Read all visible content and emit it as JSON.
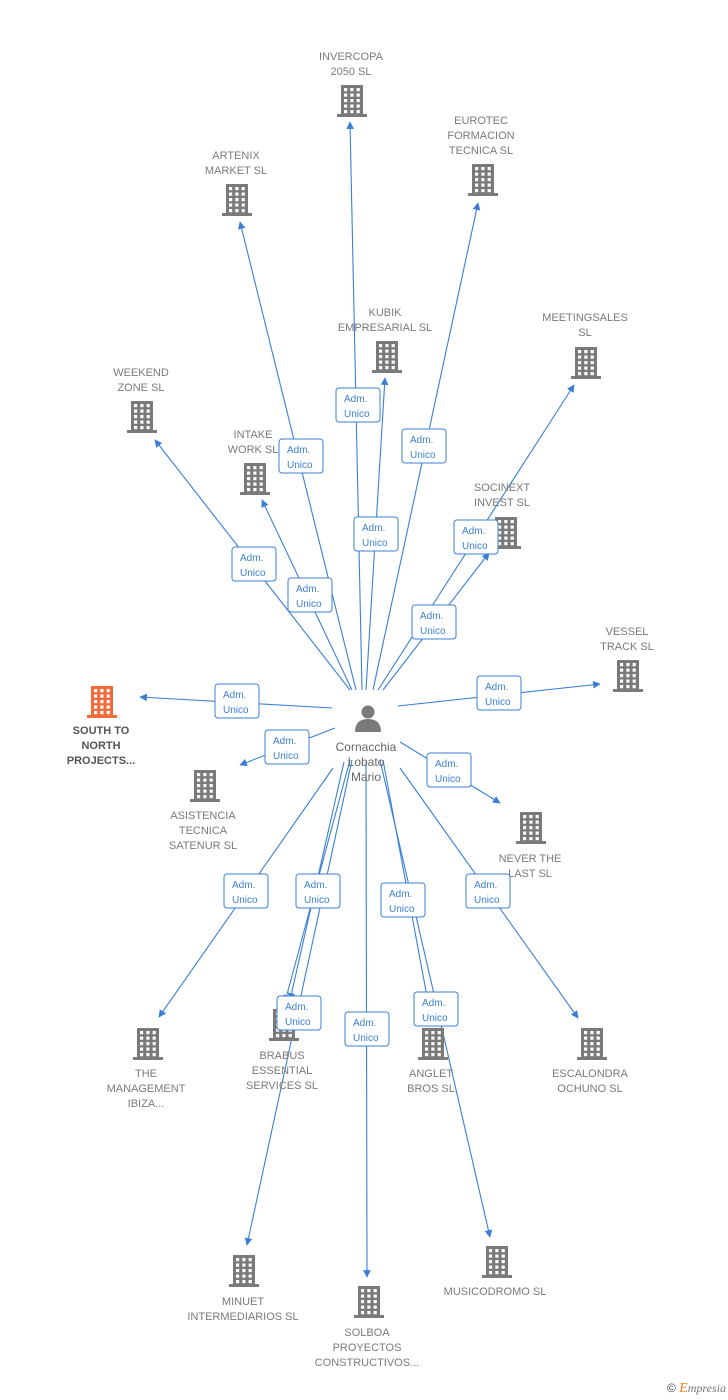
{
  "center": {
    "name_lines": [
      "Cornacchia",
      "Lobato",
      "Mario"
    ],
    "icon": "person-icon"
  },
  "relation_label_lines": [
    "Adm.",
    "Unico"
  ],
  "colors": {
    "edge": "#3b7fd4",
    "building": "#7a7a7a",
    "highlight_building": "#f26b3a",
    "person": "#7a7a7a"
  },
  "companies": [
    {
      "id": "invercopa",
      "lines": [
        "INVERCOPA",
        "2050  SL"
      ]
    },
    {
      "id": "eurotec",
      "lines": [
        "EUROTEC",
        "FORMACION",
        "TECNICA  SL"
      ]
    },
    {
      "id": "artenix",
      "lines": [
        "ARTENIX",
        "MARKET  SL"
      ]
    },
    {
      "id": "kubik",
      "lines": [
        "KUBIK",
        "EMPRESARIAL SL"
      ]
    },
    {
      "id": "meetingsales",
      "lines": [
        "MEETINGSALES",
        "SL"
      ]
    },
    {
      "id": "weekend",
      "lines": [
        "WEEKEND",
        "ZONE SL"
      ]
    },
    {
      "id": "intake",
      "lines": [
        "INTAKE",
        "WORK SL"
      ]
    },
    {
      "id": "socinext",
      "lines": [
        "SOCINEXT",
        "INVEST  SL"
      ]
    },
    {
      "id": "vessel",
      "lines": [
        "VESSEL",
        "TRACK SL"
      ]
    },
    {
      "id": "southtonorth",
      "lines": [
        "SOUTH TO",
        "NORTH",
        "PROJECTS..."
      ],
      "highlight": true
    },
    {
      "id": "asistencia",
      "lines": [
        "ASISTENCIA",
        "TECNICA",
        "SATENUR  SL"
      ]
    },
    {
      "id": "neverthelast",
      "lines": [
        "NEVER THE",
        "LAST  SL"
      ]
    },
    {
      "id": "themanagement",
      "lines": [
        "THE",
        "MANAGEMENT",
        "IBIZA..."
      ]
    },
    {
      "id": "brabus",
      "lines": [
        "BRABUS",
        "ESSENTIAL",
        "SERVICES  SL"
      ]
    },
    {
      "id": "anglet",
      "lines": [
        "ANGLET",
        "BROS SL"
      ]
    },
    {
      "id": "escalondra",
      "lines": [
        "ESCALONDRA",
        "OCHUNO  SL"
      ]
    },
    {
      "id": "minuet",
      "lines": [
        "MINUET",
        "INTERMEDIARIOS SL"
      ]
    },
    {
      "id": "musicodromo",
      "lines": [
        "MUSICODROMO SL"
      ]
    },
    {
      "id": "solboa",
      "lines": [
        "SOLBOA",
        "PROYECTOS",
        "CONSTRUCTIVOS..."
      ]
    }
  ],
  "footer": {
    "copyright": "©",
    "brand_initial": "E",
    "brand_rest": "mpresia"
  }
}
